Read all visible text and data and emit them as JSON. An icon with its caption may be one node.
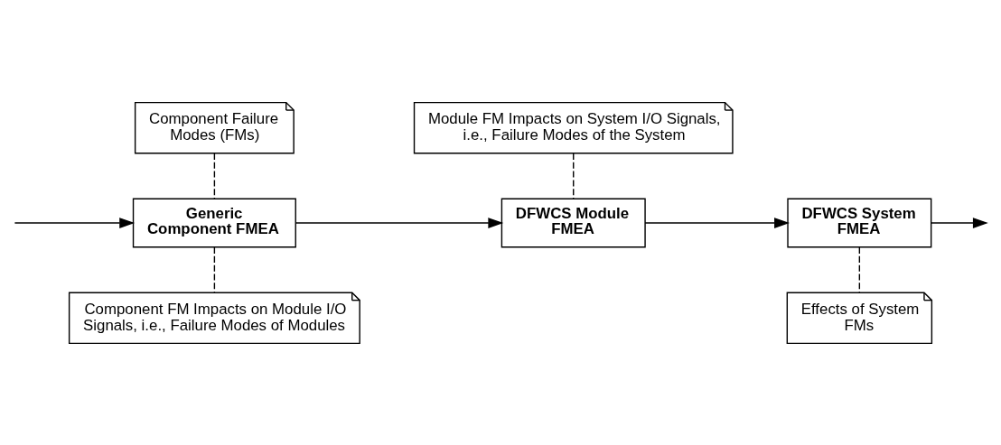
{
  "diagram": {
    "nodes": [
      {
        "text": [
          "Component Failure Modes (FMs)"
        ]
      },
      {
        "text": [
          "Generic Component FMEA"
        ]
      },
      {
        "text": [
          "DFWCS Module FMEA"
        ]
      },
      {
        "text": [
          "DFWCS System FMEA"
        ]
      },
      {
        "text": [
          "Component FM Impacts on Module I/O Signals, i.e., Failure Modes of Modules"
        ]
      },
      {
        "text": [
          "Module FM Impacts on System I/O Signals, i.e., Failure Modes of the System"
        ]
      },
      {
        "text": [
          "Effects of System FMs"
        ]
      }
    ],
    "edges": [
      {
        "from": null,
        "to": 1,
        "arrow": "to"
      },
      {
        "from": 1,
        "to": 2,
        "arrow": "to"
      },
      {
        "from": 2,
        "to": 3,
        "arrow": "to"
      },
      {
        "from": 3,
        "to": null,
        "arrow": "to"
      },
      {
        "from": 0,
        "to": 1,
        "arrow": "none",
        "style": "dashed"
      },
      {
        "from": 1,
        "to": 4,
        "arrow": "none",
        "style": "dashed"
      },
      {
        "from": 5,
        "to": 2,
        "arrow": "none",
        "style": "dashed"
      },
      {
        "from": 3,
        "to": 6,
        "arrow": "none",
        "style": "dashed"
      }
    ]
  }
}
